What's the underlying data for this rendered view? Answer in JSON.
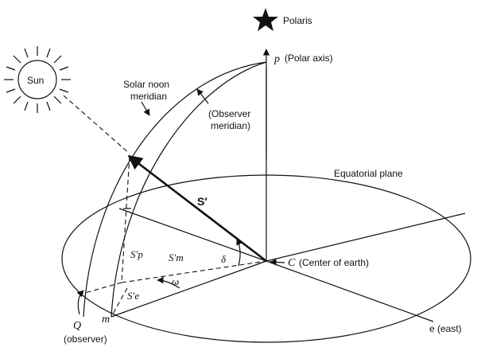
{
  "labels": {
    "polaris": "Polaris",
    "polar_axis_p": "p",
    "polar_axis_text": "(Polar axis)",
    "sun": "Sun",
    "solar_noon_line1": "Solar noon",
    "solar_noon_line2": "meridian",
    "observer_meridian_line1": "(Observer",
    "observer_meridian_line2": "meridian)",
    "equatorial_plane": "Equatorial plane",
    "s_prime": "S′",
    "s_p": "S′p",
    "s_m": "S′m",
    "s_e": "S′e",
    "delta": "δ",
    "omega": "ω",
    "center_c": "C",
    "center_text": "(Center of earth)",
    "q": "Q",
    "observer": "(observer)",
    "m": "m",
    "e_east": "e (east)"
  }
}
